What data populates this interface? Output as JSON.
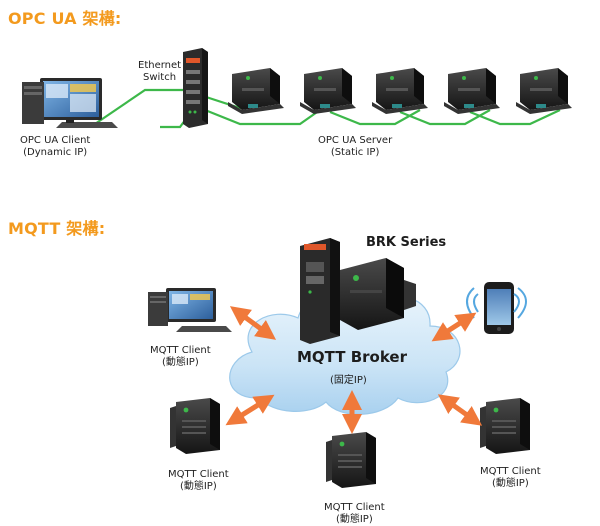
{
  "opcua": {
    "heading": "OPC UA 架構:",
    "switch_label_1": "Ethernet",
    "switch_label_2": "Switch",
    "client_label_1": "OPC UA Client",
    "client_label_2": "(Dynamic IP)",
    "server_label_1": "OPC UA Server",
    "server_label_2": "(Static IP)"
  },
  "mqtt": {
    "heading": "MQTT 架構:",
    "series_label": "BRK Series",
    "broker_title": "MQTT Broker",
    "broker_sub": "(固定IP)",
    "client_pc_1": "MQTT Client",
    "client_pc_2": "(動態IP)",
    "client_bl_1": "MQTT Client",
    "client_bl_2": "(動態IP)",
    "client_bc_1": "MQTT Client",
    "client_bc_2": "(動態IP)",
    "client_br_1": "MQTT Client",
    "client_br_2": "(動態IP)"
  },
  "colors": {
    "heading": "#f39a1e",
    "link_green": "#3db84a",
    "arrow_orange": "#f0793a",
    "cloud_blue": "#cfe6f7"
  }
}
